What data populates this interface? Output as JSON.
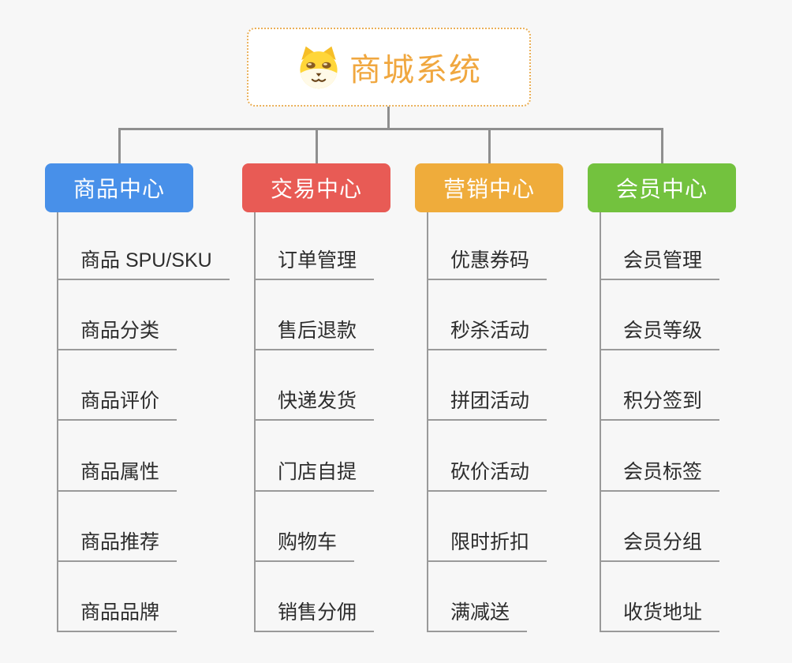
{
  "root": {
    "title": "商城系统",
    "icon": "dog-face-icon",
    "accent_color": "#F0A73F",
    "border_color": "#EAB059"
  },
  "palette": {
    "background": "#F7F7F7",
    "connector_line": "#8F8F8F",
    "leaf_line": "#9A9A9A",
    "leaf_text": "#2D2D2D"
  },
  "branches": [
    {
      "label": "商品中心",
      "color": "#4890E9",
      "items": [
        "商品 SPU/SKU",
        "商品分类",
        "商品评价",
        "商品属性",
        "商品推荐",
        "商品品牌"
      ]
    },
    {
      "label": "交易中心",
      "color": "#E85B55",
      "items": [
        "订单管理",
        "售后退款",
        "快递发货",
        "门店自提",
        "购物车",
        "销售分佣"
      ]
    },
    {
      "label": "营销中心",
      "color": "#EFAC3B",
      "items": [
        "优惠券码",
        "秒杀活动",
        "拼团活动",
        "砍价活动",
        "限时折扣",
        "满减送"
      ]
    },
    {
      "label": "会员中心",
      "color": "#73C23E",
      "items": [
        "会员管理",
        "会员等级",
        "积分签到",
        "会员标签",
        "会员分组",
        "收货地址"
      ]
    }
  ]
}
